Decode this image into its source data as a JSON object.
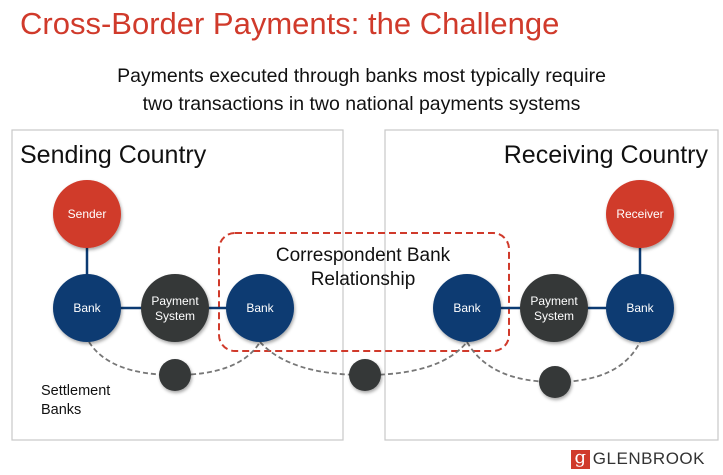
{
  "title": "Cross-Border Payments: the Challenge",
  "subtitle_line1": "Payments executed through banks most typically require",
  "subtitle_line2": "two transactions in two national payments systems",
  "sending": {
    "label": "Sending Country",
    "sender": "Sender",
    "bank1": "Bank",
    "payment_system_1": "Payment",
    "payment_system_2": "System",
    "bank2": "Bank"
  },
  "receiving": {
    "label": "Receiving Country",
    "receiver": "Receiver",
    "bank1": "Bank",
    "payment_system_1": "Payment",
    "payment_system_2": "System",
    "bank2": "Bank"
  },
  "correspondent_1": "Correspondent Bank",
  "correspondent_2": "Relationship",
  "settlement_1": "Settlement",
  "settlement_2": "Banks",
  "logo": "GLENBROOK",
  "colors": {
    "red": "#d03a2b",
    "navy": "#0b3a72",
    "dark": "#363839"
  }
}
